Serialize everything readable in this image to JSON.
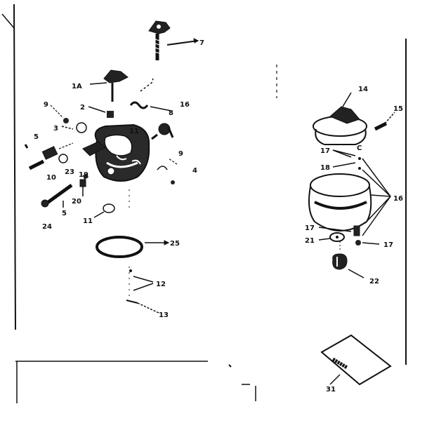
{
  "labels": {
    "l7": "7",
    "l1a": "1A",
    "l8": "8",
    "l2": "2",
    "l3": "3",
    "l11a": "11",
    "l16a": "16",
    "l5a": "5",
    "l9a": "9",
    "l23": "23",
    "l10": "10",
    "l19": "19",
    "l9b": "9",
    "l4": "4",
    "l5b": "5",
    "l20": "20",
    "l24": "24",
    "l11b": "11",
    "l25": "25",
    "l12": "12",
    "l13": "13",
    "l14": "14",
    "l15": "15",
    "l17a": "17",
    "l18": "18",
    "l16b": "16",
    "l17b": "17",
    "l21": "21",
    "l17c": "17",
    "l22": "22",
    "l31": "31"
  }
}
